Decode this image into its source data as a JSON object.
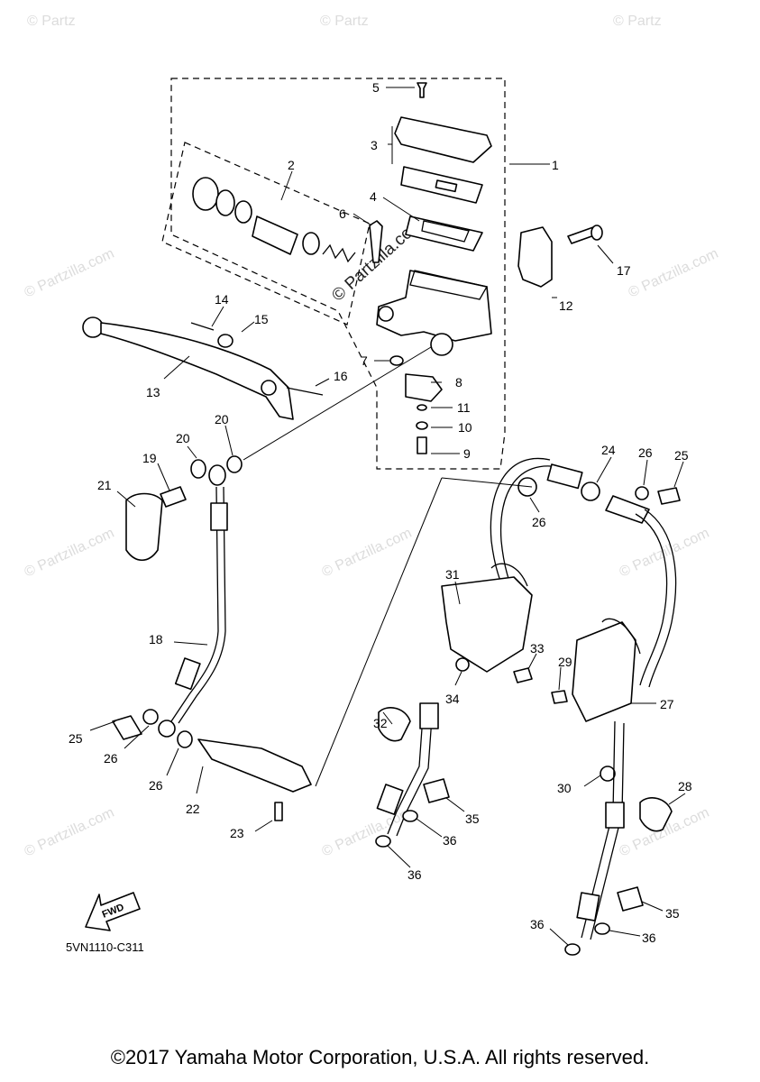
{
  "watermark": {
    "text": "© Partzilla.com",
    "corner_text": "© Partz"
  },
  "diagram": {
    "code": "5VN1110-C311",
    "fwd_label": "FWD",
    "callouts": [
      "1",
      "2",
      "3",
      "4",
      "5",
      "6",
      "7",
      "8",
      "9",
      "10",
      "11",
      "12",
      "13",
      "14",
      "15",
      "16",
      "17",
      "18",
      "19",
      "20",
      "21",
      "22",
      "23",
      "24",
      "25",
      "26",
      "27",
      "28",
      "29",
      "30",
      "31",
      "32",
      "33",
      "34",
      "35",
      "36"
    ]
  },
  "copyright": "©2017 Yamaha Motor Corporation, U.S.A. All rights reserved."
}
